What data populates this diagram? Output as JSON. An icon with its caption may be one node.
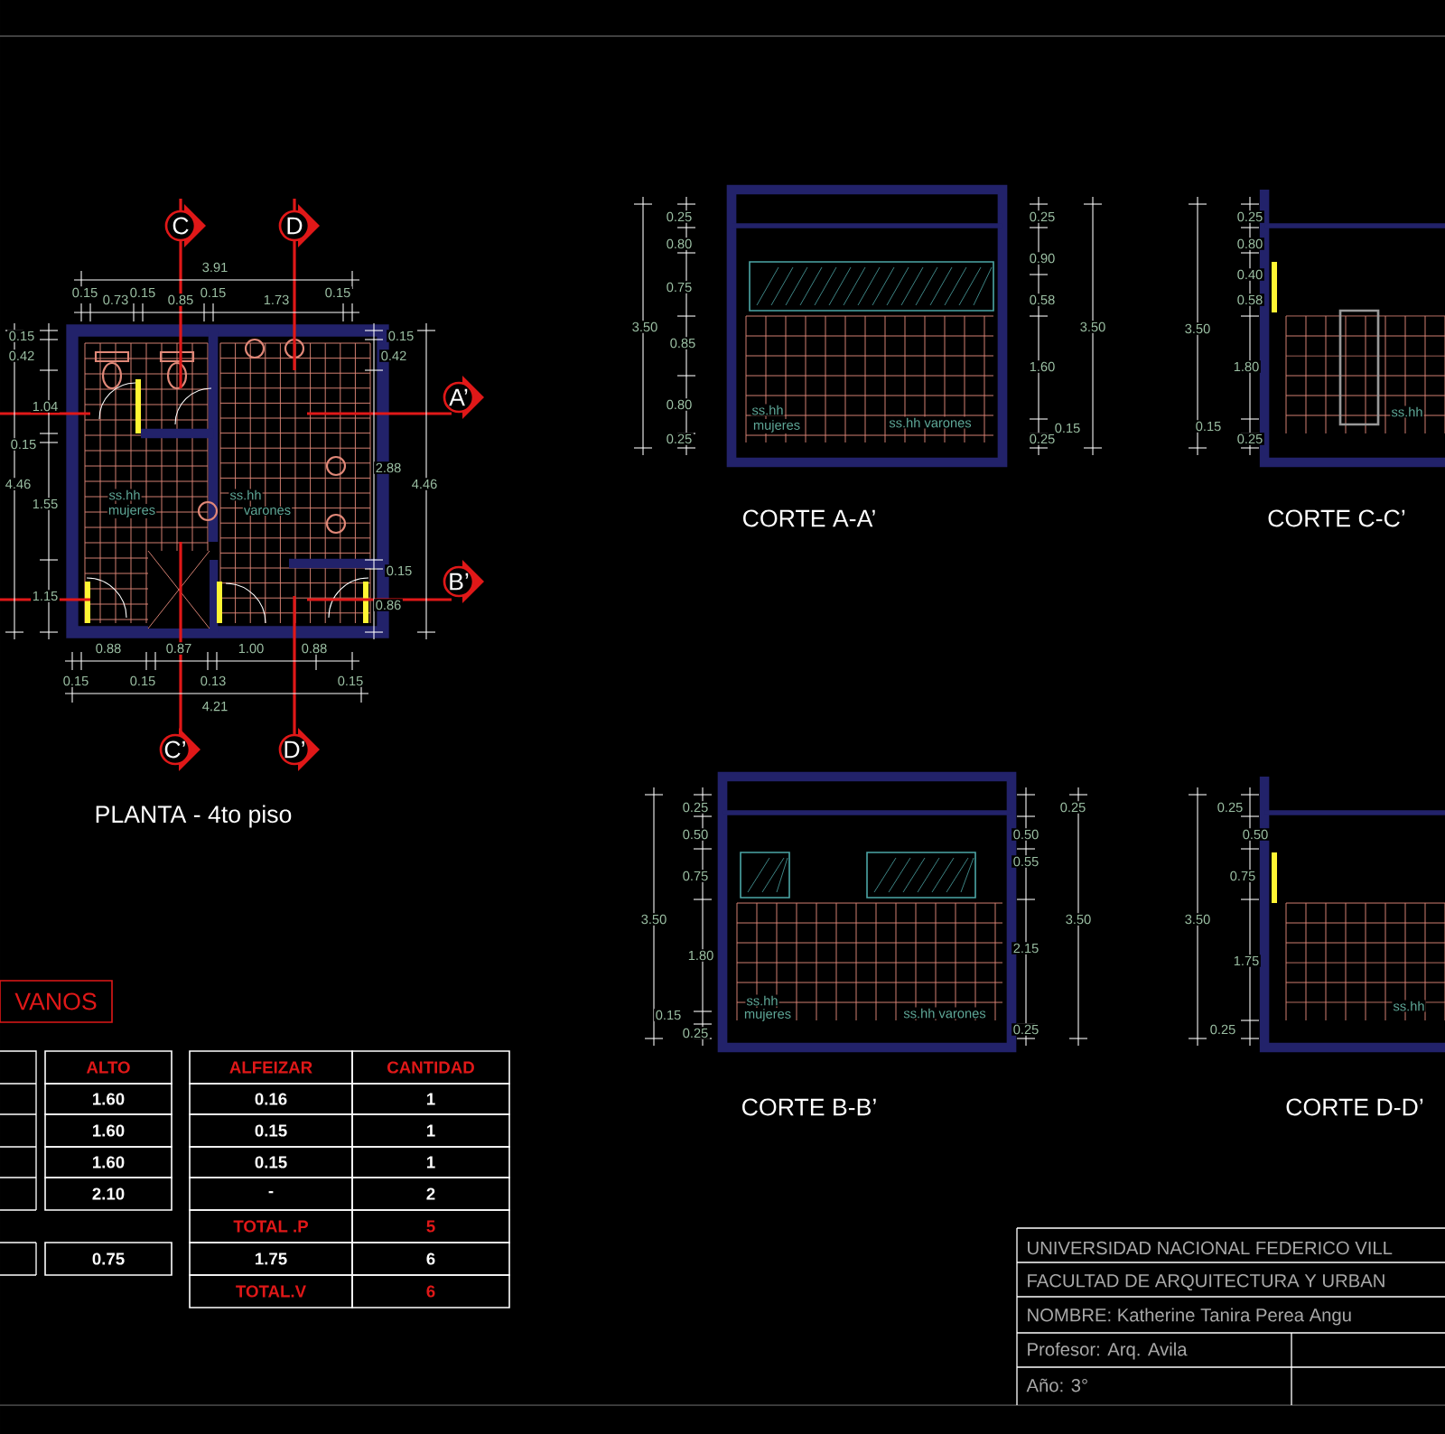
{
  "diagram": {
    "labels": [
      "C",
      "D",
      "A’",
      "B’",
      "C’",
      "D’",
      "3.91",
      "0.15",
      "0.73",
      "0.15",
      "0.85",
      "0.15",
      "1.73",
      "0.15",
      "0.15",
      "0.42",
      "1.04",
      "0.15",
      "4.46",
      "1.55",
      "1.15",
      "0.15",
      "0.42",
      "2.88",
      "4.46",
      "0.15",
      "0.86",
      "ss.hh",
      "mujeres",
      "ss.hh",
      "varones",
      "0.88",
      "0.87",
      "1.00",
      "0.88",
      "0.15",
      "0.15",
      "0.13",
      "0.15",
      "4.21",
      "PLANTA - 4to piso",
      "0.25",
      "0.80",
      "0.75",
      "3.50",
      "0.85",
      "0.80",
      "0.25",
      "0.25",
      "0.90",
      "0.58",
      "3.50",
      "1.60",
      "0.15",
      "0.25",
      "ss.hh",
      "mujeres",
      "ss.hh varones",
      "CORTE A-A’",
      "0.25",
      "0.80",
      "0.40",
      "0.58",
      "3.50",
      "1.80",
      "0.15",
      "0.25",
      "ss.hh",
      "CORTE C-C’",
      "0.25",
      "0.50",
      "0.75",
      "3.50",
      "1.80",
      "0.15",
      "0.25",
      "0.25",
      "0.50",
      "0.55",
      "3.50",
      "2.15",
      "0.25",
      "ss.hh",
      "mujeres",
      "ss.hh varones",
      "CORTE B-B’",
      "0.25",
      "0.50",
      "0.75",
      "3.50",
      "1.75",
      "0.25",
      "ss.hh",
      "CORTE D-D’",
      "VANOS",
      "ALTO",
      "ALFEIZAR",
      "CANTIDAD",
      "1.60",
      "0.16",
      "1",
      "1.60",
      "0.15",
      "1",
      "1.60",
      "0.15",
      "1",
      "2.10",
      "-",
      "2",
      "TOTAL .P",
      "5",
      "0.75",
      "1.75",
      "6",
      "TOTAL.V",
      "6",
      "UNIVERSIDAD NACIONAL FEDERICO VILL",
      "FACULTAD DE ARQUITECTURA Y URBAN",
      "NOMBRE: Katherine Tanira Perea Angu",
      "Profesor: Arq. Avila",
      "Año: 3°"
    ]
  }
}
